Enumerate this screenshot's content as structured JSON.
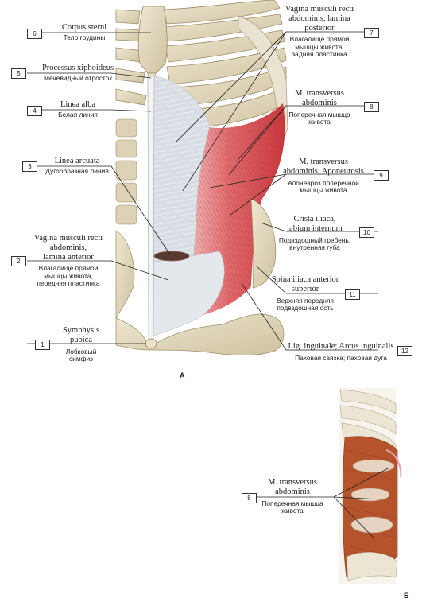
{
  "panels": {
    "a": "А",
    "b": "Б"
  },
  "labels": [
    {
      "num": "6",
      "latin": [
        "Corpus sterni"
      ],
      "rus": [
        "Тело грудины"
      ]
    },
    {
      "num": "5",
      "latin": [
        "Processus xiphoideus"
      ],
      "rus": [
        "Мечевидный отросток"
      ]
    },
    {
      "num": "4",
      "latin": [
        "Linea alba"
      ],
      "rus": [
        "Белая линия"
      ]
    },
    {
      "num": "3",
      "latin": [
        "Linea arcuata"
      ],
      "rus": [
        "Дугообразная линия"
      ]
    },
    {
      "num": "2",
      "latin": [
        "Vagina musculi recti",
        "abdominis,",
        "lamina anterior"
      ],
      "rus": [
        "Влагалище прямой",
        "мышцы живота,",
        "передняя пластинка"
      ]
    },
    {
      "num": "1",
      "latin": [
        "Symphysis",
        "pubica"
      ],
      "rus": [
        "Лобковый",
        "симфиз"
      ]
    },
    {
      "num": "7",
      "latin": [
        "Vagina musculi recti",
        "abdominis, lamina",
        "posterior"
      ],
      "rus": [
        "Влагалище прямой",
        "мышцы живота,",
        "задняя пластинка"
      ]
    },
    {
      "num": "8",
      "latin": [
        "M. transversus",
        "abdominis"
      ],
      "rus": [
        "Поперечная мышца",
        "живота"
      ]
    },
    {
      "num": "9",
      "latin": [
        "M. transversus",
        "abdominis; Aponeurosis"
      ],
      "rus": [
        "Апоневроз поперечной",
        "мышцы живота"
      ]
    },
    {
      "num": "10",
      "latin": [
        "Crista iliaca,",
        "labium internum"
      ],
      "rus": [
        "Подвздошный гребень,",
        "внутренняя губа"
      ]
    },
    {
      "num": "11",
      "latin": [
        "Spina iliaca anterior",
        "superior"
      ],
      "rus": [
        "Верхняя передняя",
        "подвздошная ость"
      ]
    },
    {
      "num": "12",
      "latin": [
        "Lig. inguinale; Arcus inguinalis"
      ],
      "rus": [
        "Паховая связка; паховая дуга"
      ]
    },
    {
      "num": "8",
      "latin": [
        "M. transversus",
        "abdominis"
      ],
      "rus": [
        "Поперечная мышца",
        "живота"
      ]
    }
  ],
  "colors": {
    "bone": "#e6dcc3",
    "bone_shade": "#c9bb97",
    "bone_dark": "#9c8c67",
    "aponeurosis": "#d7dce3",
    "aponeurosis_fiber": "#ffffff",
    "muscle": "#d8454a",
    "muscle_light": "#ef9ea0",
    "muscle_b": "#b5532d",
    "muscle_b_dark": "#8e3d1f",
    "line": "#222222"
  }
}
